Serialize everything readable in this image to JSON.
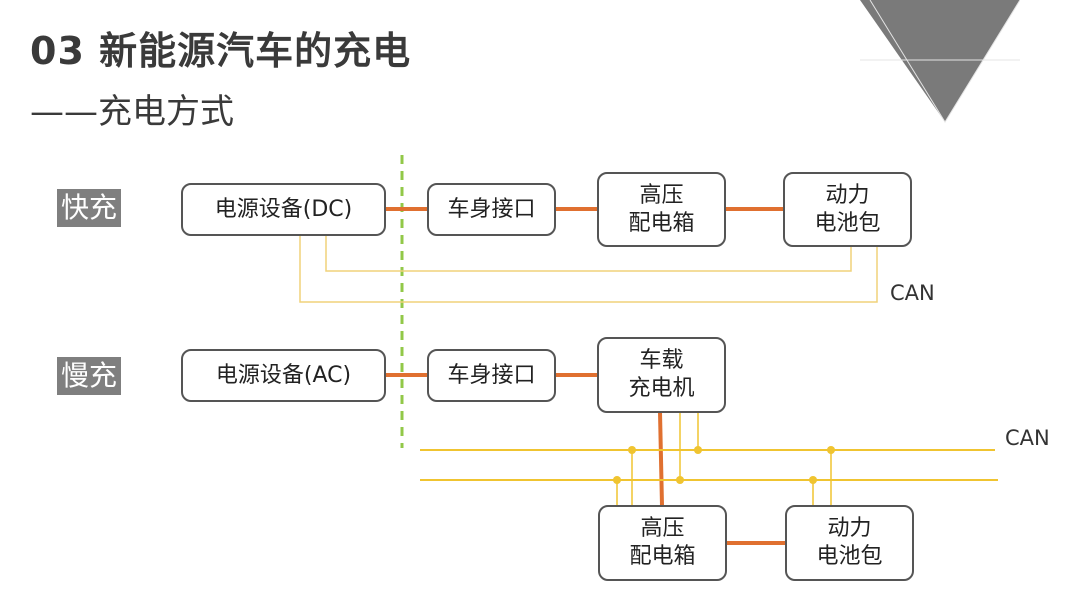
{
  "header": {
    "title": "03 新能源汽车的充电",
    "subtitle": "——充电方式"
  },
  "fast": {
    "label": "快充",
    "source": "电源设备(DC)",
    "interface": "车身接口",
    "hv_box": "高压\n配电箱",
    "battery": "动力\n电池包",
    "can": "CAN"
  },
  "slow": {
    "label": "慢充",
    "source": "电源设备(AC)",
    "interface": "车身接口",
    "charger": "车载\n充电机",
    "hv_box": "高压\n配电箱",
    "battery": "动力\n电池包",
    "can": "CAN"
  },
  "colors": {
    "power_line": "#e07030",
    "can_line": "#f0c430",
    "divider": "#92c848",
    "box_border": "#555555",
    "label_bg": "#7f7f7f"
  }
}
